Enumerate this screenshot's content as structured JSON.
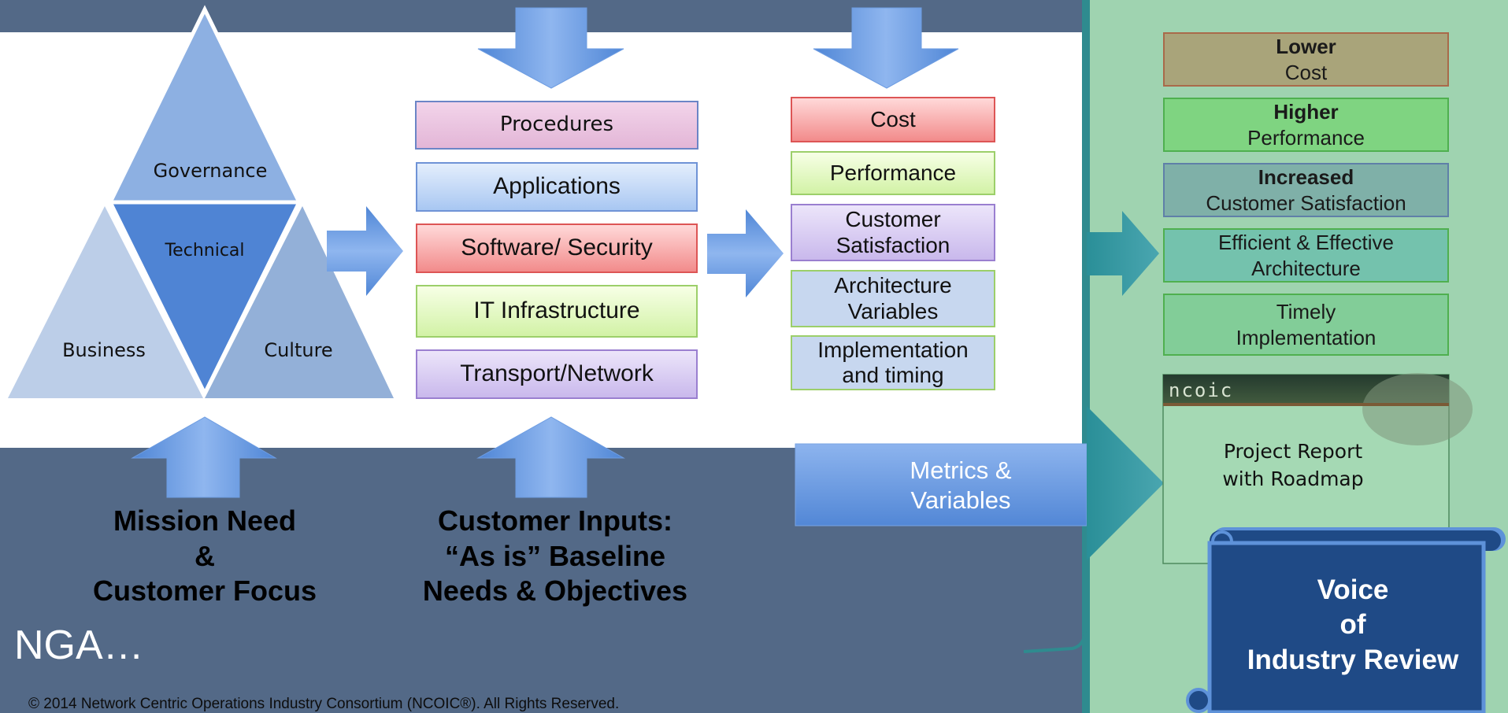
{
  "triangle": {
    "top": "Governance",
    "center": "Technical",
    "left": "Business",
    "right": "Culture"
  },
  "layers": [
    "Procedures",
    "Applications",
    "Software/ Security",
    "IT Infrastructure",
    "Transport/Network"
  ],
  "metrics": [
    [
      "Cost"
    ],
    [
      "Performance"
    ],
    [
      "Customer",
      "Satisfaction"
    ],
    [
      "Architecture",
      "Variables"
    ],
    [
      "Implementation",
      "and timing"
    ]
  ],
  "metrics_arrow": [
    "Metrics &",
    "Variables"
  ],
  "outcomes": [
    {
      "bold": "Lower",
      "text": "Cost"
    },
    {
      "bold": "Higher",
      "text": "Performance"
    },
    {
      "bold": "Increased",
      "text": "Customer Satisfaction"
    },
    {
      "bold": "",
      "text": "Efficient & Effective\nArchitecture"
    },
    {
      "bold": "",
      "text": "Timely\nImplementation"
    }
  ],
  "report": {
    "logo": "ncoic",
    "title": [
      "Project Report",
      "with Roadmap"
    ]
  },
  "scroll": [
    "Voice",
    "of",
    "Industry Review"
  ],
  "mission": [
    "Mission Need",
    "&",
    "Customer Focus"
  ],
  "customer_inputs": [
    "Customer Inputs:",
    "“As is” Baseline",
    "Needs & Objectives"
  ],
  "nga": "NGA…",
  "copyright": "© 2014 Network Centric Operations Industry Consortium (NCOIC®). All Rights Reserved.",
  "colors": {
    "slate": "#536987",
    "green_panel": "#9fd3b0",
    "teal": "#3b97a3",
    "blue": "#5b8fd8"
  }
}
